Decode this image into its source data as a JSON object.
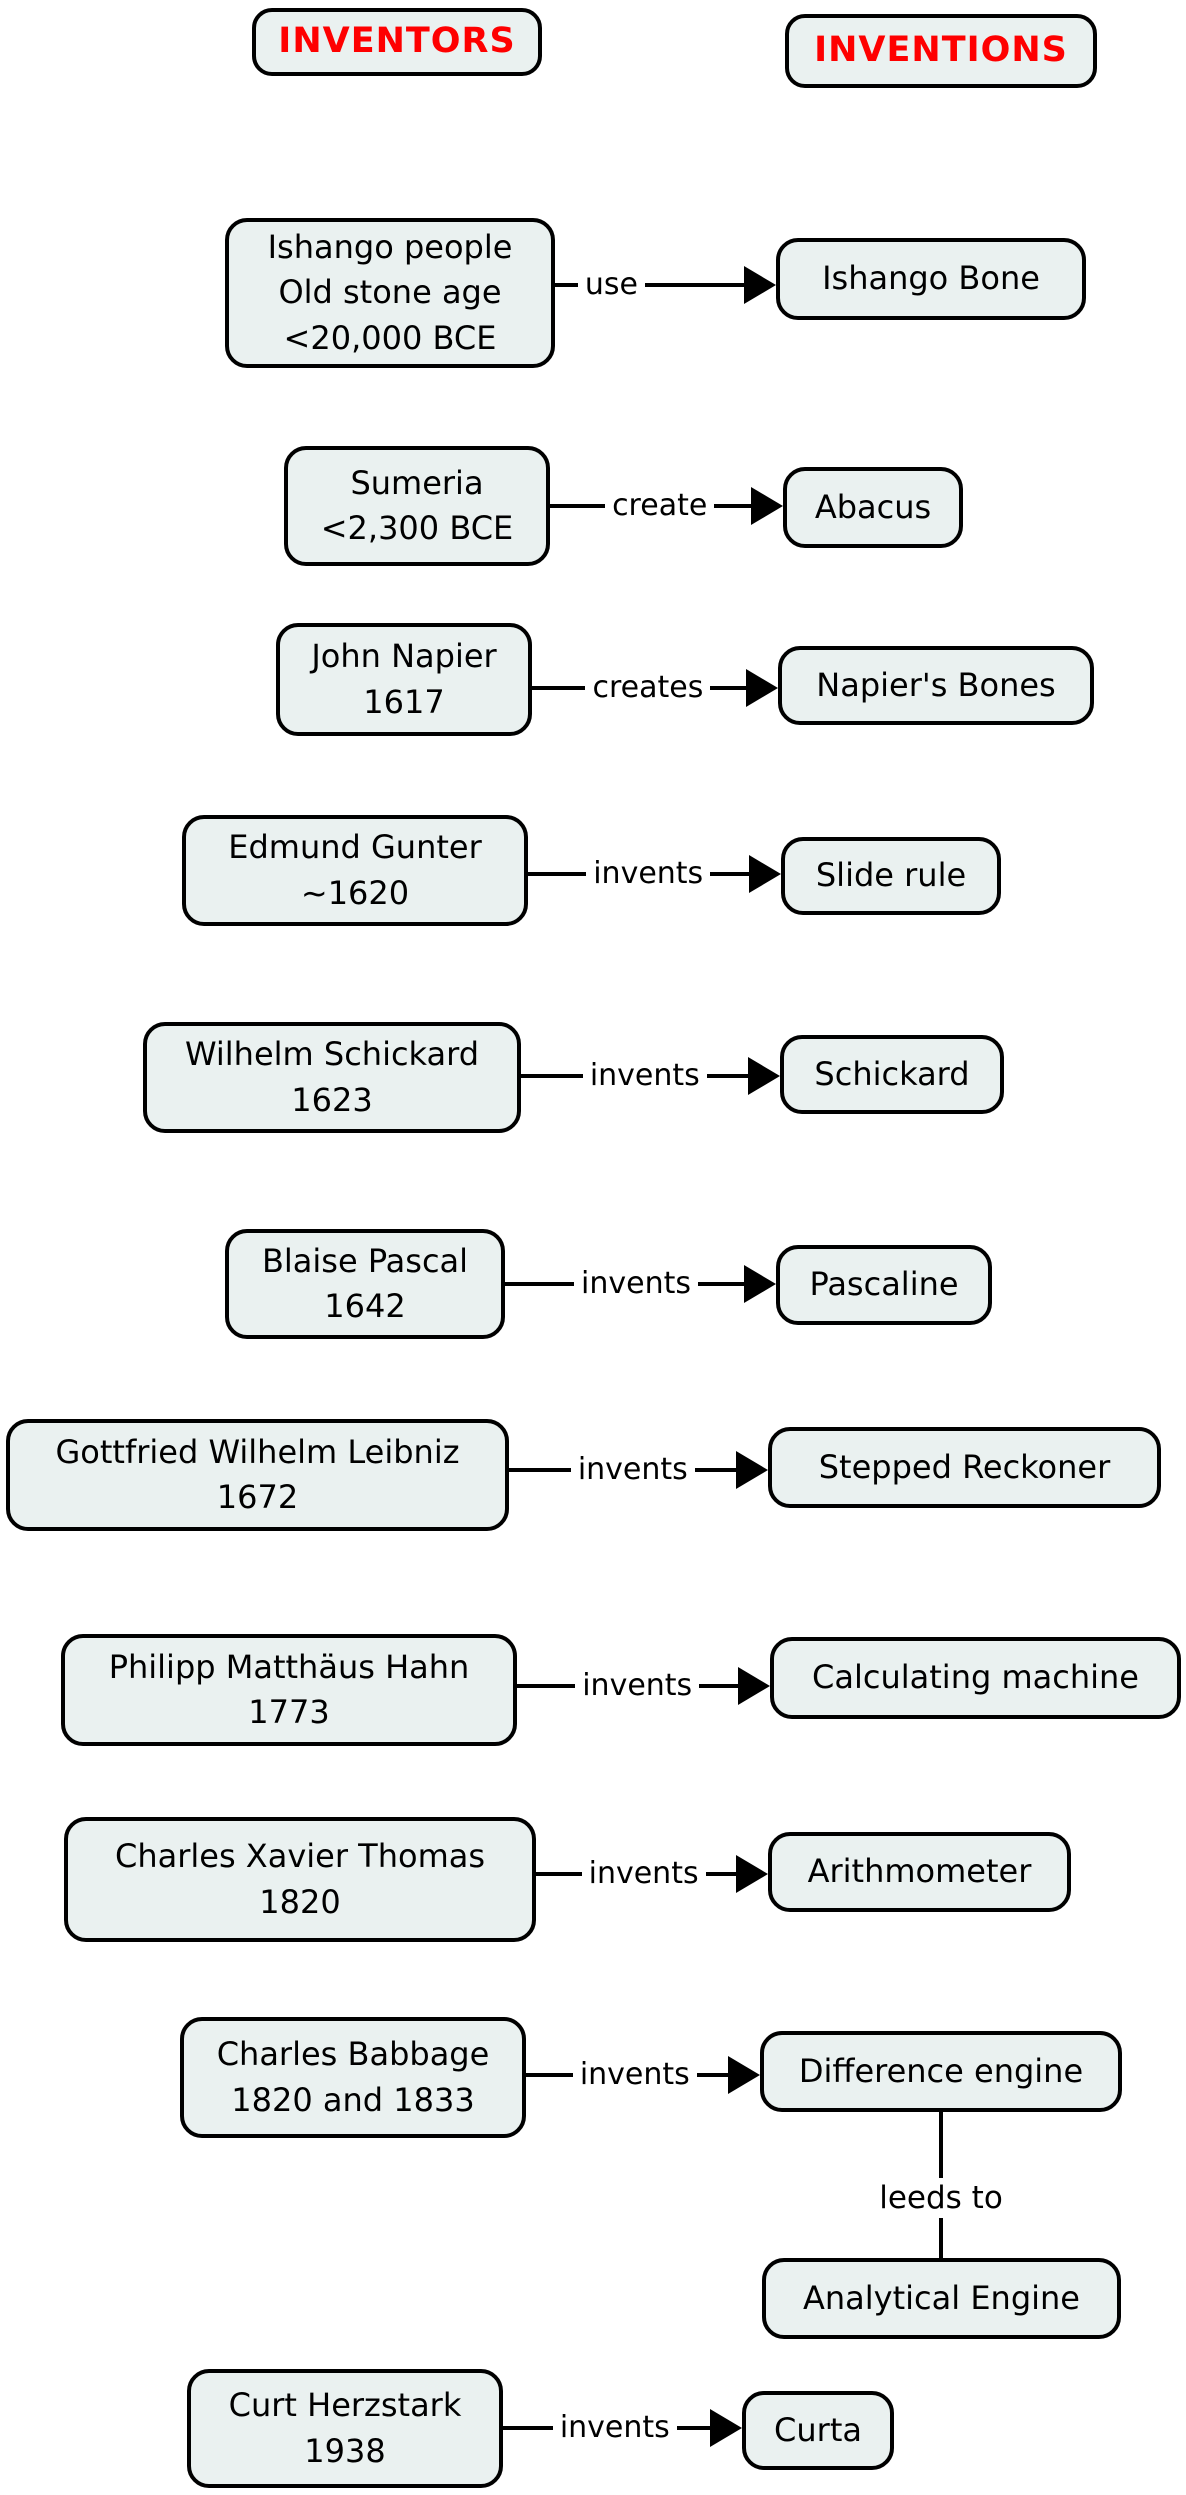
{
  "diagram": {
    "title_headers": {
      "inventors": "INVENTORS",
      "inventions": "INVENTIONS"
    },
    "colors": {
      "background": "#ffffff",
      "node_fill": "#eaf1f0",
      "node_border": "#000000",
      "header_text": "#fe0000",
      "body_text": "#000000"
    },
    "rows": [
      {
        "inventor": [
          "Ishango people",
          "Old stone age",
          "<20,000 BCE"
        ],
        "relation": "use",
        "invention": "Ishango Bone"
      },
      {
        "inventor": [
          "Sumeria",
          "<2,300 BCE"
        ],
        "relation": "create",
        "invention": "Abacus"
      },
      {
        "inventor": [
          "John Napier",
          "1617"
        ],
        "relation": "creates",
        "invention": "Napier's Bones"
      },
      {
        "inventor": [
          "Edmund Gunter",
          "~1620"
        ],
        "relation": "invents",
        "invention": "Slide rule"
      },
      {
        "inventor": [
          "Wilhelm Schickard",
          "1623"
        ],
        "relation": "invents",
        "invention": "Schickard"
      },
      {
        "inventor": [
          "Blaise Pascal",
          "1642"
        ],
        "relation": "invents",
        "invention": "Pascaline"
      },
      {
        "inventor": [
          "Gottfried Wilhelm Leibniz",
          "1672"
        ],
        "relation": "invents",
        "invention": "Stepped Reckoner"
      },
      {
        "inventor": [
          "Philipp Matthäus Hahn",
          "1773"
        ],
        "relation": "invents",
        "invention": "Calculating machine"
      },
      {
        "inventor": [
          "Charles Xavier Thomas",
          "1820"
        ],
        "relation": "invents",
        "invention": "Arithmometer"
      },
      {
        "inventor": [
          "Charles Babbage",
          "1820 and 1833"
        ],
        "relation": "invents",
        "invention": "Difference engine"
      },
      {
        "inventor": [
          "Curt Herzstark",
          "1938"
        ],
        "relation": "invents",
        "invention": "Curta"
      }
    ],
    "secondary_link": {
      "from": "Difference engine",
      "relation": "leeds to",
      "to": "Analytical Engine"
    }
  }
}
